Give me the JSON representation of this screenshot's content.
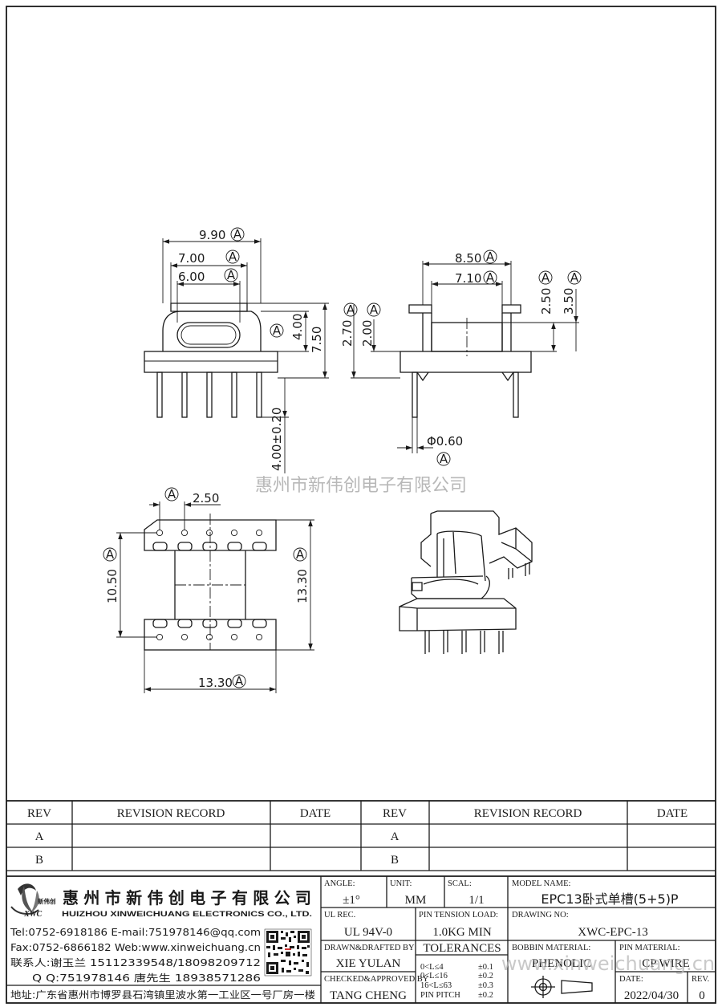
{
  "watermark": {
    "center_text": "惠州市新伟创电子有限公司",
    "footer_text": "www.xinweichuang.cn"
  },
  "dims": {
    "front_w1": "9.90",
    "front_w2": "7.00",
    "front_w3": "6.00",
    "front_h1": "4.00",
    "front_h2": "7.50",
    "pin_len": "4.00±0.20",
    "side_w1": "8.50",
    "side_w2": "7.10",
    "side_h1": "2.70",
    "side_h2": "2.00",
    "side_h3": "2.50",
    "side_h4": "3.50",
    "pin_dia": "Φ0.60",
    "bottom_pitch": "2.50",
    "bottom_h1": "10.50",
    "bottom_h2": "13.30",
    "bottom_w": "13.30",
    "datum": "A"
  },
  "revision": {
    "headers": [
      "REV",
      "REVISION RECORD",
      "DATE",
      "REV",
      "REVISION RECORD",
      "DATE"
    ],
    "rows": [
      [
        "A",
        "",
        "",
        "A",
        "",
        ""
      ],
      [
        "B",
        "",
        "",
        "B",
        "",
        ""
      ]
    ]
  },
  "company": {
    "logo_text": "新伟创",
    "logo_abbr": "XWC",
    "name_cn": "惠州市新伟创电子有限公司",
    "name_en": "HUIZHOU XINWEICHUANG ELECTRONICS CO., LTD.",
    "line1": "Tel:0752-6918186 E-mail:751978146@qq.com",
    "line2": "Fax:0752-6866182 Web:www.xinweichuang.cn",
    "line3": "联系人:谢玉兰 15112339548/18098209712",
    "line4": "Q Q:751978146    唐先生 18938571286",
    "address": "地址:广东省惠州市博罗县石湾镇里波水第一工业区一号厂房一楼"
  },
  "titleblock": {
    "angle_label": "ANGLE:",
    "angle_value": "±1°",
    "unit_label": "UNIT:",
    "unit_value": "MM",
    "scale_label": "SCAL:",
    "scale_value": "1/1",
    "model_label": "MODEL NAME:",
    "model_value": "EPC13卧式单槽(5+5)P",
    "ul_label": "UL REC.",
    "ul_value": "UL 94V-0",
    "pin_tension_label": "PIN TENSION LOAD:",
    "pin_tension_value": "1.0KG MIN",
    "drawing_no_label": "DRAWING NO:",
    "drawing_no_value": "XWC-EPC-13",
    "drawn_label": "DRAWN&DRAFTED BY",
    "drawn_value": "XIE YULAN",
    "tolerances_label": "TOLERANCES",
    "tol_rows": [
      [
        "0<L≤4",
        "±0.1"
      ],
      [
        "0<L≤16",
        "±0.2"
      ],
      [
        "16<L≤63",
        "±0.3"
      ],
      [
        "PIN PITCH",
        "±0.2"
      ]
    ],
    "bobbin_label": "BOBBIN MATERIAL:",
    "bobbin_value": "PHENOLIC",
    "pin_material_label": "PIN MATERIAL:",
    "pin_material_value": "CP WIRE",
    "checked_label": "CHECKED&APPROVED BY",
    "checked_value": "TANG CHENG",
    "date_label": "DATE:",
    "date_value": "2022/04/30",
    "rev_label": "REV.",
    "rev_value": "0"
  }
}
